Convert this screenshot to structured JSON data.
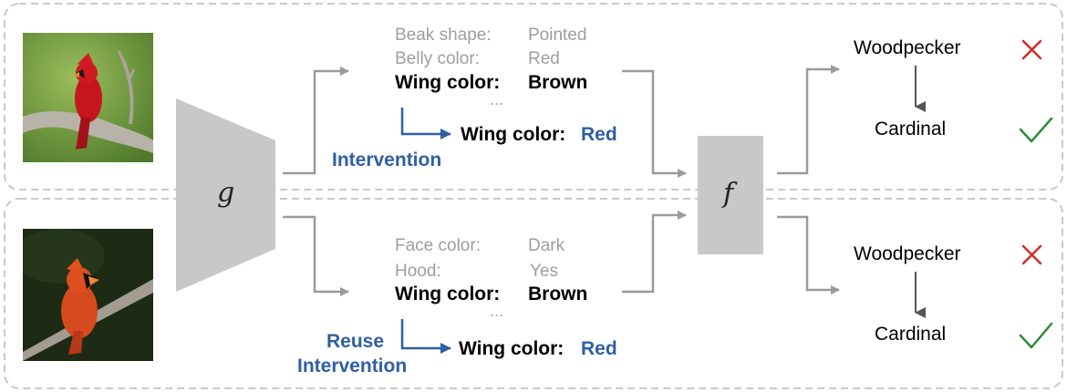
{
  "modules": {
    "encoder": "g",
    "predictor": "f"
  },
  "top": {
    "concepts": [
      {
        "name": "Beak shape:",
        "value": "Pointed"
      },
      {
        "name": "Belly color:",
        "value": "Red"
      },
      {
        "name": "Wing color:",
        "value": "Brown"
      }
    ],
    "ellipsis": "...",
    "intervention_label": "Intervention",
    "intervened": {
      "name": "Wing color:",
      "value": "Red"
    },
    "before_prediction": "Woodpecker",
    "after_prediction": "Cardinal"
  },
  "bottom": {
    "concepts": [
      {
        "name": "Face color:",
        "value": "Dark"
      },
      {
        "name": "Hood:",
        "value": "Yes"
      },
      {
        "name": "Wing color:",
        "value": "Brown"
      }
    ],
    "ellipsis": "...",
    "intervention_label_line1": "Reuse",
    "intervention_label_line2": "Intervention",
    "intervened": {
      "name": "Wing color:",
      "value": "Red"
    },
    "before_prediction": "Woodpecker",
    "after_prediction": "Cardinal"
  },
  "colors": {
    "module_fill": "#c8c8c8",
    "arrow_gray": "#9a9a9a",
    "intervention_blue": "#2f5fa3",
    "wrong_red": "#d42a2a",
    "correct_green": "#2e8b3a"
  }
}
